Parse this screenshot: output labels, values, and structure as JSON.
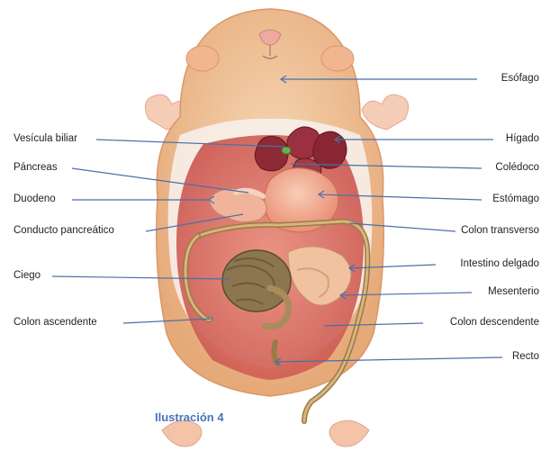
{
  "caption": "Ilustración 4",
  "labels": {
    "esofago": "Esófago",
    "vesicula_biliar": "Vesícula biliar",
    "higado": "Hígado",
    "pancreas": "Páncreas",
    "coledoco": "Colédoco",
    "duodeno": "Duodeno",
    "estomago": "Estómago",
    "conducto_pancreatico": "Conducto pancreático",
    "colon_transverso": "Colon transverso",
    "intestino_delgado": "Intestino delgado",
    "ciego": "Ciego",
    "mesenterio": "Mesenterio",
    "colon_ascendente": "Colon ascendente",
    "colon_descendente": "Colon descendente",
    "recto": "Recto"
  },
  "colors": {
    "fur": "#f2c9a0",
    "fur_dark": "#e3a777",
    "belly": "#f7f2ee",
    "liver": "#9a3038",
    "stomach": "#f3b096",
    "intestine": "#c79a5f",
    "cecum": "#8f7a52",
    "cavity": "#d96a5f",
    "leader_line": "#4a6fa8",
    "caption": "#4a74b8"
  }
}
